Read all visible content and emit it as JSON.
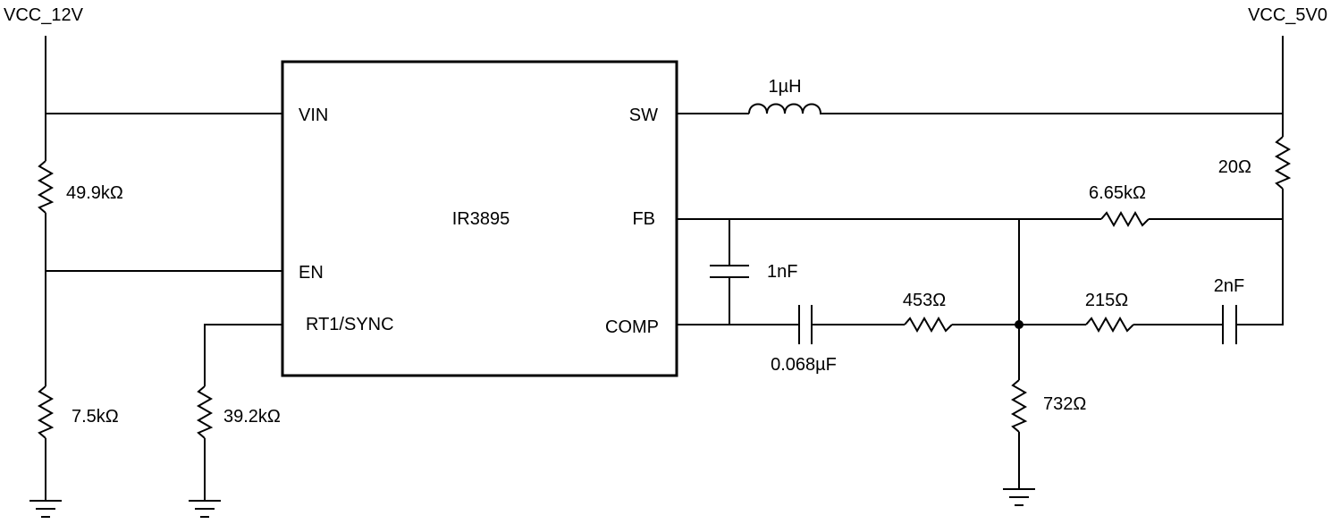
{
  "rails": {
    "input": "VCC_12V",
    "output": "VCC_5V0"
  },
  "ic": {
    "name": "IR3895",
    "pins": {
      "vin": "VIN",
      "en": "EN",
      "rt": "RT1/SYNC",
      "sw": "SW",
      "fb": "FB",
      "comp": "COMP"
    }
  },
  "components": {
    "inductor": "1µH",
    "r_en_top": "49.9kΩ",
    "r_en_bottom": "7.5kΩ",
    "r_rt": "39.2kΩ",
    "r_sense": "20Ω",
    "r_fb_top": "6.65kΩ",
    "c_fb_comp": "1nF",
    "c_comp": "0.068µF",
    "r_comp": "453Ω",
    "r_fb_bottom": "732Ω",
    "r_series": "215Ω",
    "c_series": "2nF"
  }
}
